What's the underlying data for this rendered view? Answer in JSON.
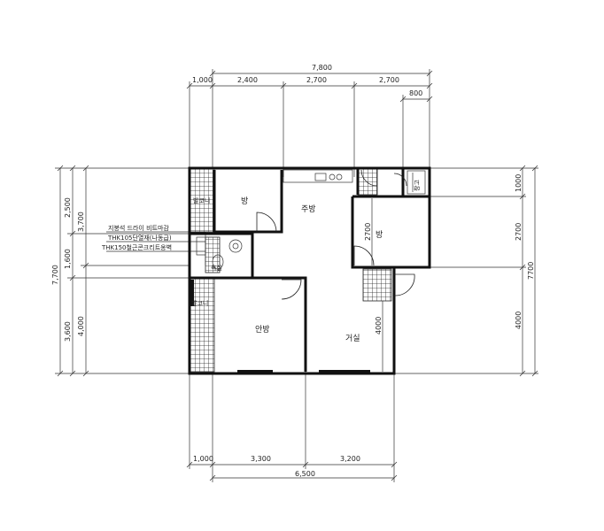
{
  "top_dims": {
    "total": "7,800",
    "seg1": "1,000",
    "seg2": "2,400",
    "seg3": "2,700",
    "seg4": "2,700",
    "small": "800"
  },
  "bottom_dims": {
    "seg1": "1,000",
    "seg2": "3,300",
    "seg3": "3,200",
    "total": "6,500"
  },
  "left_dims": {
    "total": "7,700",
    "upper": "2,500",
    "mid": "1,600",
    "lower": "3,600",
    "alt_upper": "3,700",
    "alt_lower": "4,000"
  },
  "right_dims": {
    "top": "1000",
    "mid": "2700",
    "bottom": "4000",
    "total": "7700"
  },
  "interior_dims": {
    "room_height": "2700",
    "living_height": "4000"
  },
  "rooms": {
    "bang_upper": "방",
    "kitchen": "주방",
    "bang_right": "방",
    "bath": "욕실",
    "anbang": "안방",
    "living": "거실",
    "balcony_a": "발코니",
    "balcony_b": "발코니",
    "storage": "창고"
  },
  "notes": {
    "line1": "지붕석 드라이 비트마감",
    "line2": "THK105단열재(나동급)",
    "line3": "THK150철근콘크리트옹벽"
  }
}
